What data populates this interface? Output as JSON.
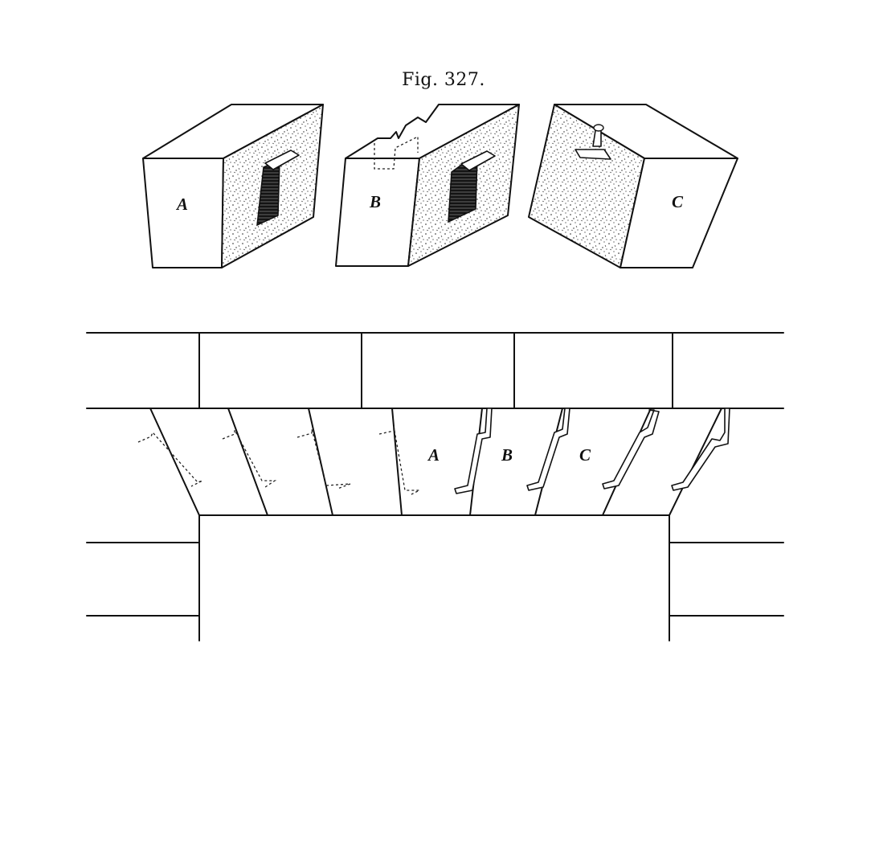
{
  "figure": {
    "caption": "Fig. 327."
  },
  "blocks": [
    {
      "id": "A",
      "label": "A"
    },
    {
      "id": "B",
      "label": "B"
    },
    {
      "id": "C",
      "label": "C"
    }
  ],
  "lintel": {
    "labels": [
      "A",
      "B",
      "C"
    ]
  }
}
